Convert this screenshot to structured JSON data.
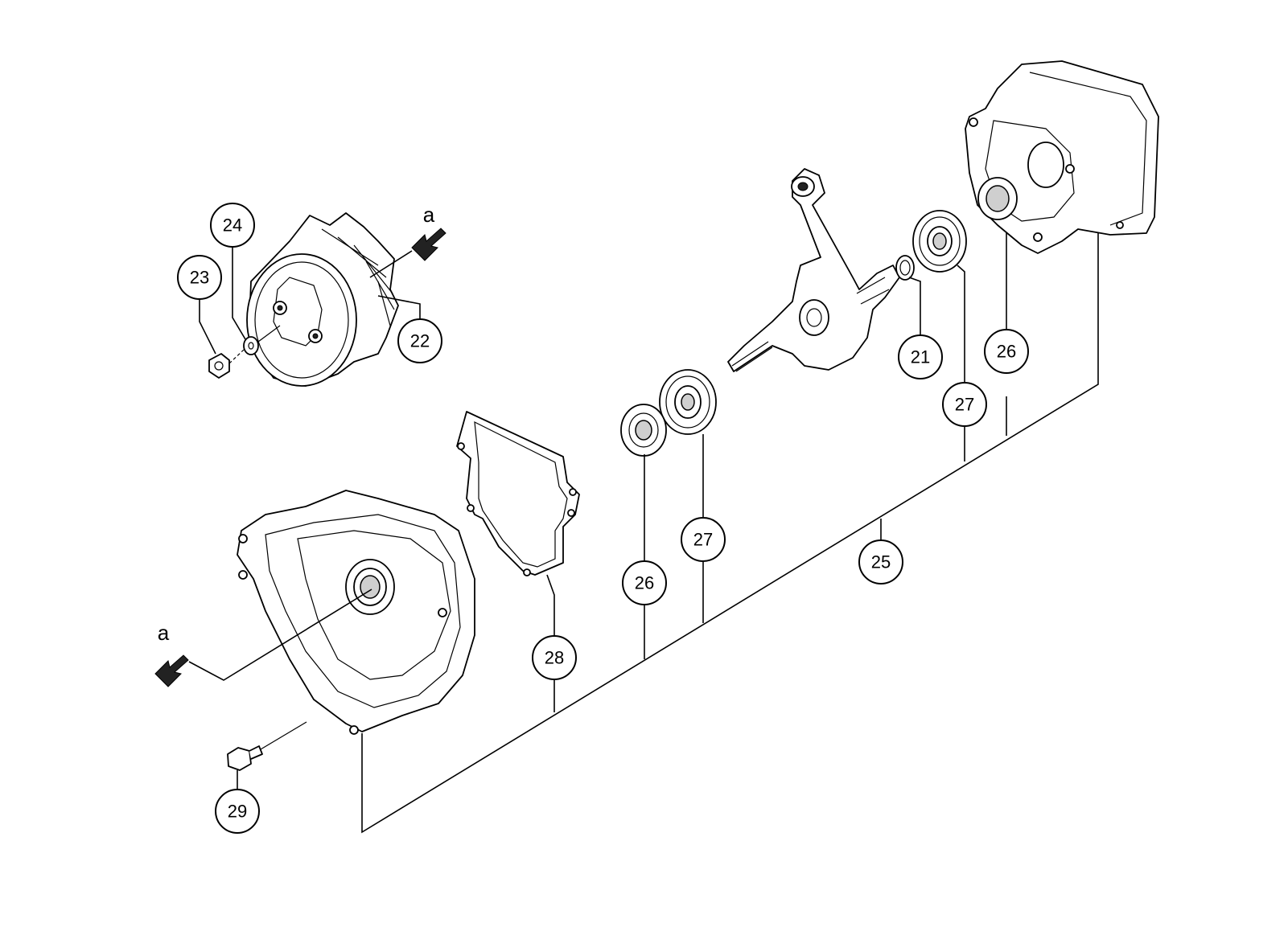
{
  "callouts": {
    "p21": "21",
    "p22": "22",
    "p23": "23",
    "p24": "24",
    "p25": "25",
    "p26a": "26",
    "p26b": "26",
    "p27a": "27",
    "p27b": "27",
    "p28": "28",
    "p29": "29"
  },
  "arrows": {
    "upper": "a",
    "lower": "a"
  }
}
